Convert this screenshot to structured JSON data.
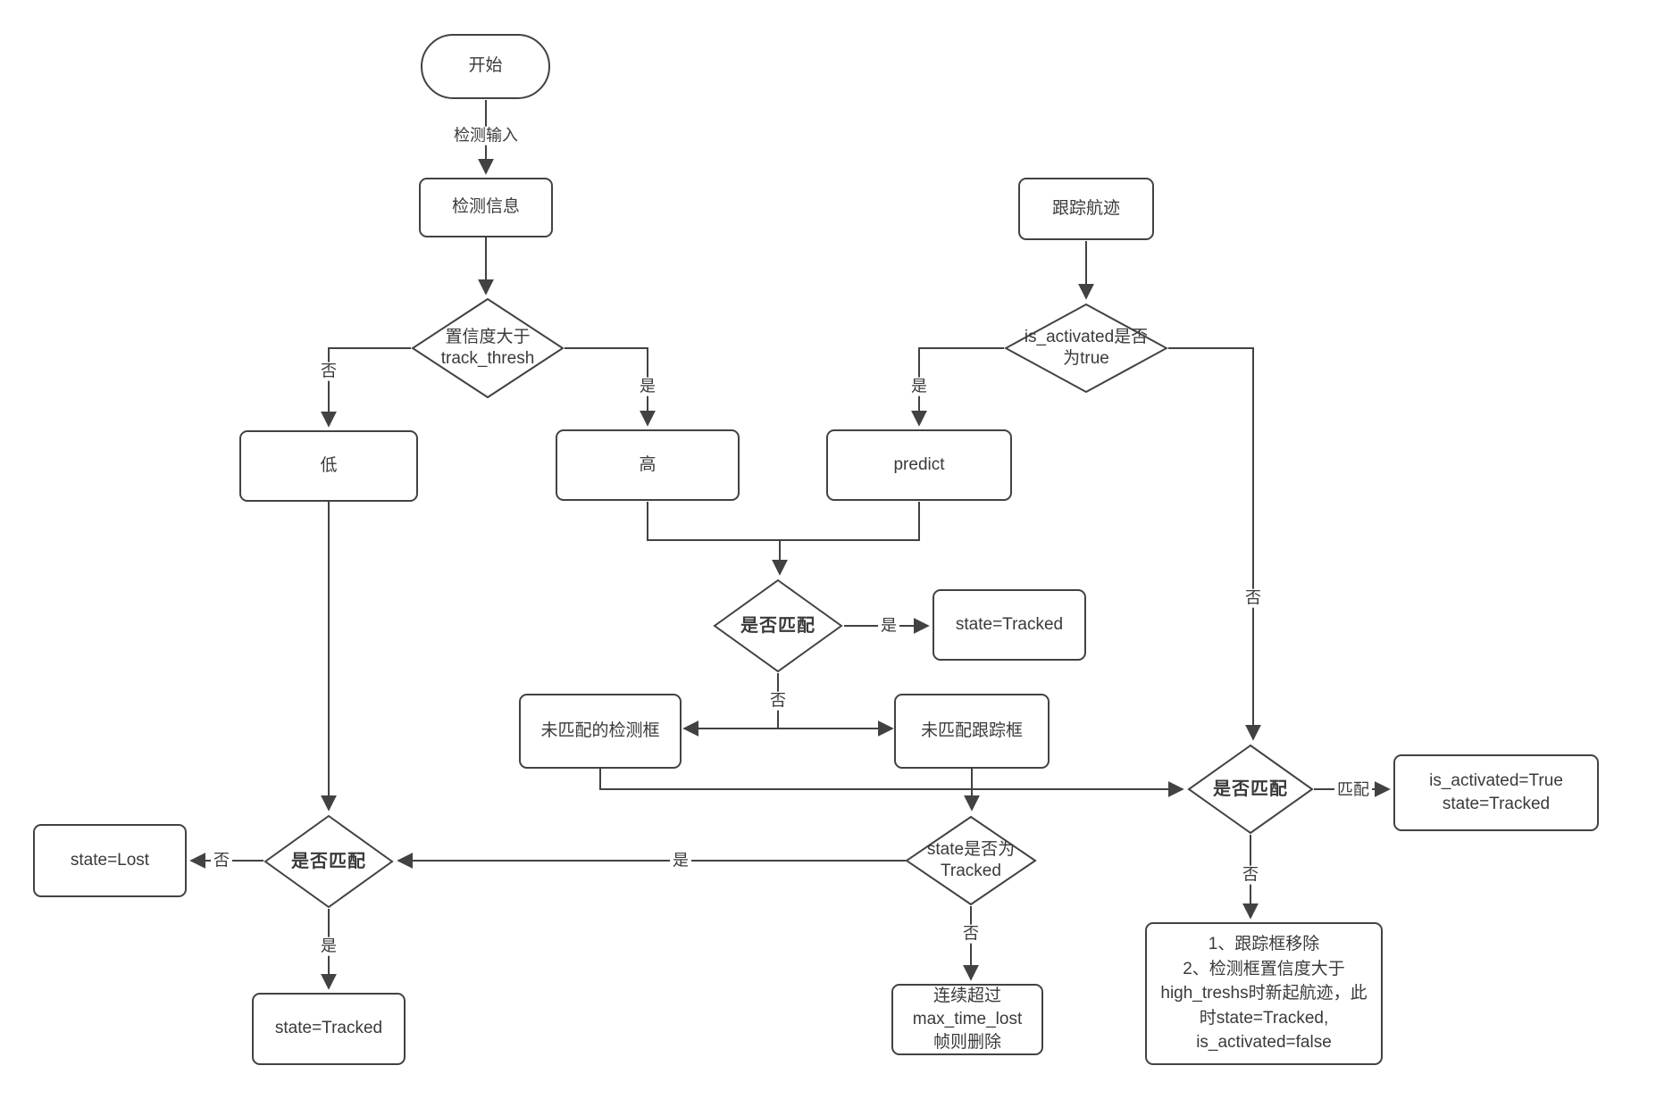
{
  "diagram": {
    "colors": {
      "line": "#424242",
      "node_border": "#424242",
      "text": "#3a3a3a",
      "background": "#ffffff"
    },
    "nodes": {
      "start": {
        "label": "开始"
      },
      "detect_info": {
        "label": "检测信息"
      },
      "confidence_decision": {
        "label": "置信度大于\ntrack_thresh"
      },
      "low": {
        "label": "低"
      },
      "high": {
        "label": "高"
      },
      "predict": {
        "label": "predict"
      },
      "track_trajectory": {
        "label": "跟踪航迹"
      },
      "is_activated_decision": {
        "label": "is_activated是否\n为true"
      },
      "match_decision_mid": {
        "label": "是否匹配"
      },
      "state_tracked_mid": {
        "label": "state=Tracked"
      },
      "unmatched_detection": {
        "label": "未匹配的检测框"
      },
      "unmatched_track": {
        "label": "未匹配跟踪框"
      },
      "match_decision_right": {
        "label": "是否匹配"
      },
      "activated_true": {
        "label": "is_activated=True\nstate=Tracked"
      },
      "new_track_note": {
        "label": "1、跟踪框移除\n2、检测框置信度大于\nhigh_treshs时新起航迹，此\n时state=Tracked,\nis_activated=false"
      },
      "state_is_tracked_decision": {
        "label": "state是否为\nTracked"
      },
      "delete_note": {
        "label": "连续超过\nmax_time_lost\n帧则删除"
      },
      "match_decision_left": {
        "label": "是否匹配"
      },
      "state_lost": {
        "label": "state=Lost"
      },
      "state_tracked_bottom": {
        "label": "state=Tracked"
      }
    },
    "edge_labels": {
      "detect_input": "检测输入",
      "no_low": "否",
      "yes_high": "是",
      "yes_predict": "是",
      "no_activated": "否",
      "yes_matched_mid": "是",
      "no_matched_mid": "否",
      "matched_right": "匹配",
      "no_matched_right": "否",
      "no_state_tracked": "否",
      "yes_state_tracked": "是",
      "no_matched_left": "否",
      "yes_matched_left": "是"
    }
  }
}
